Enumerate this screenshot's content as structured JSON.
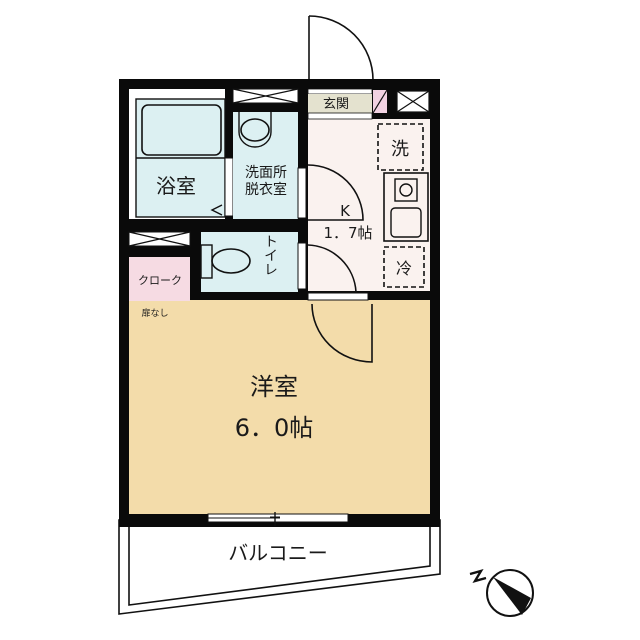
{
  "floorplan": {
    "rooms": {
      "entrance": {
        "label": "玄関"
      },
      "washer": {
        "label": "洗"
      },
      "bath": {
        "label": "浴室"
      },
      "washroom": {
        "line1": "洗面所",
        "line2": "脱衣室"
      },
      "kitchen": {
        "label": "K",
        "size": "1．7帖"
      },
      "fridge": {
        "label": "冷"
      },
      "toilet": {
        "label": "トイレ"
      },
      "closet": {
        "label": "クローク",
        "note": "扉なし"
      },
      "western_room": {
        "label": "洋室",
        "size": "6．0帖"
      },
      "balcony": {
        "label": "バルコニー"
      }
    },
    "compass": {
      "label": "N"
    },
    "colors": {
      "wall": "#0a0a0a",
      "western_room": "#f3dcaa",
      "wet_area": "#dcf0f2",
      "kitchen": "#faf2ef",
      "closet": "#f6dbe3",
      "entrance": "#e4e2cf",
      "shoe_box": "#f2d2e2"
    }
  }
}
